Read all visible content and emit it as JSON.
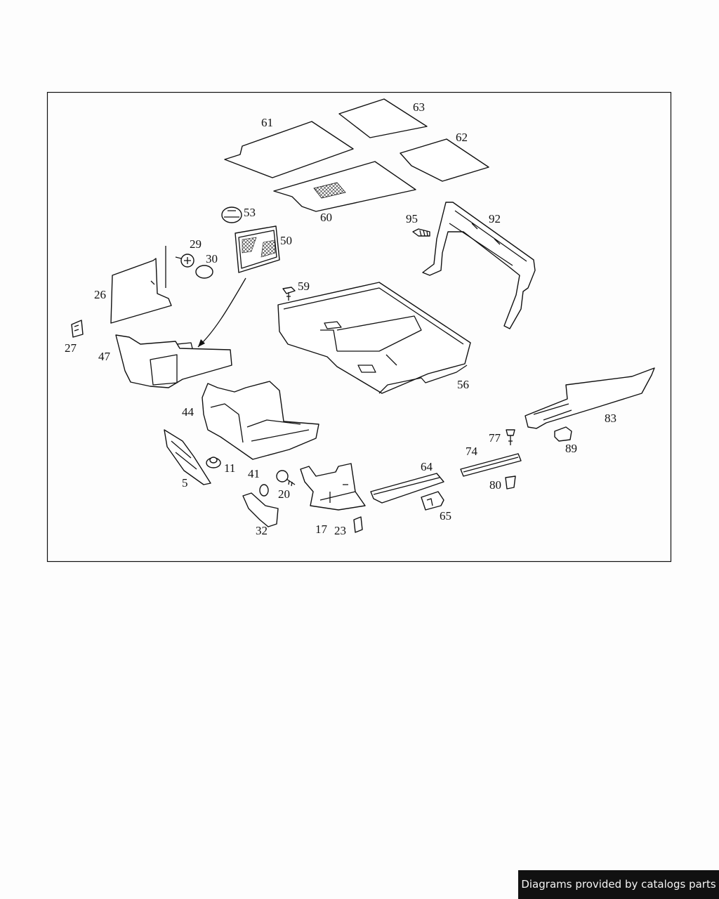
{
  "diagram": {
    "part_labels": [
      "61",
      "63",
      "62",
      "60",
      "53",
      "50",
      "95",
      "92",
      "29",
      "30",
      "26",
      "59",
      "27",
      "47",
      "56",
      "44",
      "83",
      "77",
      "89",
      "74",
      "64",
      "11",
      "41",
      "5",
      "20",
      "80",
      "65",
      "32",
      "17",
      "23"
    ]
  },
  "footer": {
    "credit": "Diagrams provided by catalogs parts"
  },
  "colors": {
    "line": "#111111",
    "background": "#fdfdfd",
    "credit_bg": "#111111",
    "credit_text": "#f4f4f4"
  }
}
